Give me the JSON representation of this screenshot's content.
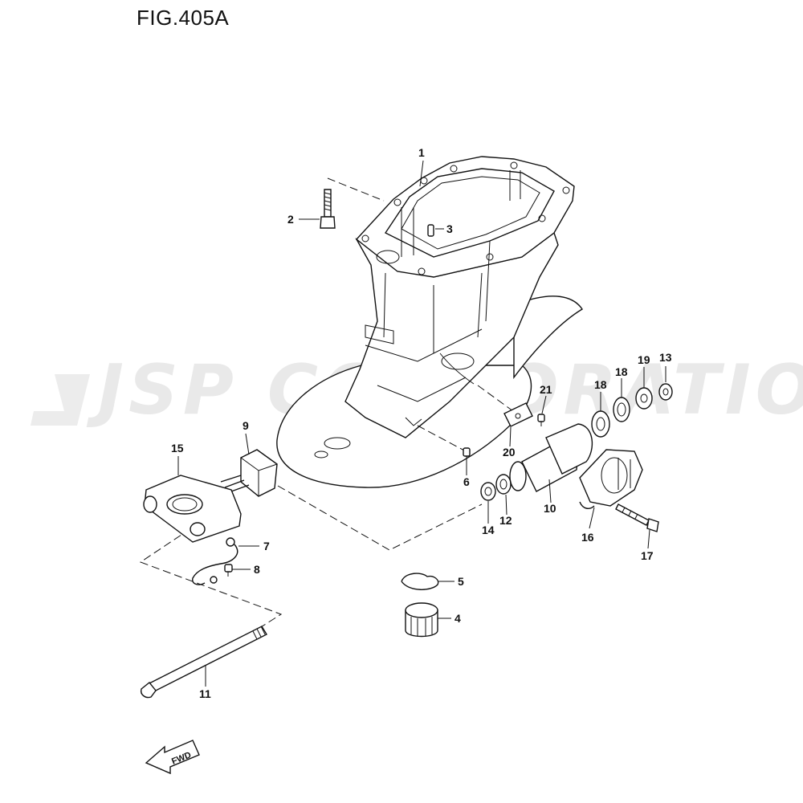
{
  "figure": {
    "title": "FIG.405A"
  },
  "watermark": {
    "text": "JSP CORPORATION"
  },
  "direction_marker": {
    "label": "FWD"
  },
  "callouts": {
    "c1": "1",
    "c2": "2",
    "c3": "3",
    "c4": "4",
    "c5": "5",
    "c6": "6",
    "c7": "7",
    "c8": "8",
    "c9": "9",
    "c10": "10",
    "c11": "11",
    "c12": "12",
    "c13": "13",
    "c14": "14",
    "c15": "15",
    "c16": "16",
    "c17": "17",
    "c18a": "18",
    "c18b": "18",
    "c19": "19",
    "c20": "20",
    "c21": "21"
  },
  "colors": {
    "line": "#111111",
    "watermark": "#e9e9e9",
    "background": "#ffffff"
  }
}
